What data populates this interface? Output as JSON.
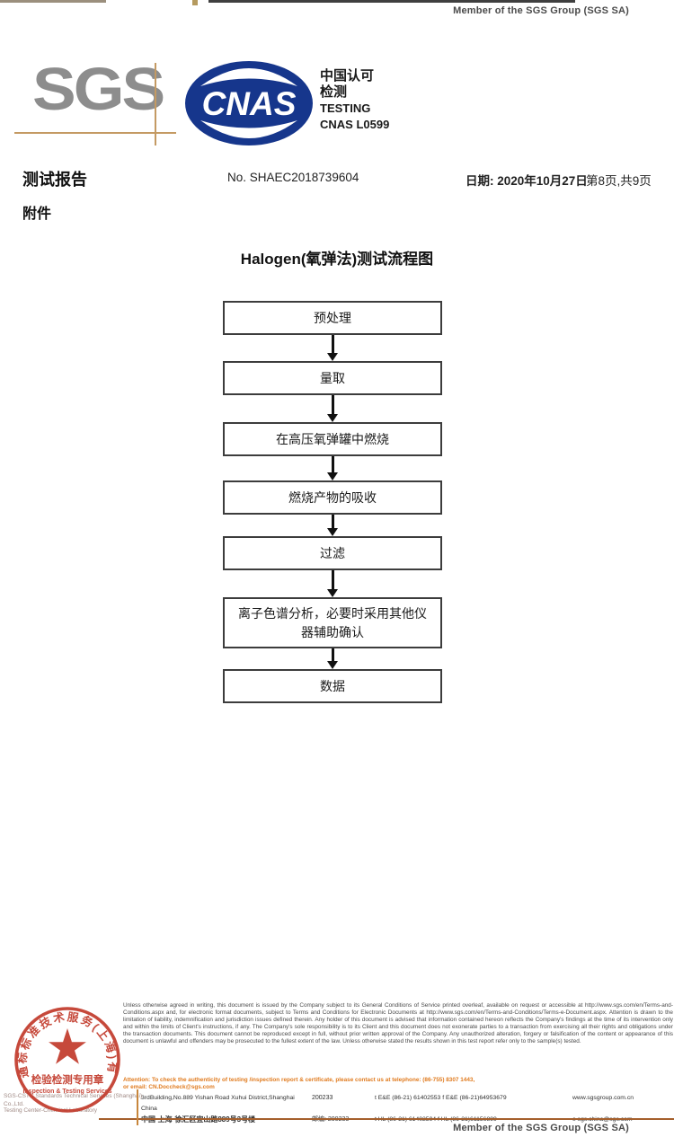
{
  "page": {
    "member_top": "Member of the SGS Group (SGS SA)",
    "member_bottom": "Member of the SGS Group (SGS SA)"
  },
  "logos": {
    "sgs": "SGS",
    "cnas": "CNAS",
    "cnas_caption": {
      "line1": "中国认可",
      "line2": "检测",
      "line3": "TESTING",
      "line4": "CNAS L0599"
    }
  },
  "header": {
    "title": "测试报告",
    "report_no": "No. SHAEC2018739604",
    "date": "日期: 2020年10月27日",
    "pages": "第8页,共9页",
    "attachment": "附件"
  },
  "flowchart": {
    "title": "Halogen(氧弹法)测试流程图",
    "steps": [
      "预处理",
      "量取",
      "在高压氧弹罐中燃烧",
      "燃烧产物的吸收",
      "过滤",
      "离子色谱分析，必要时采用其他仪器辅助确认",
      "数据"
    ]
  },
  "stamp": {
    "ring_text": "通标标准技术服务(上海)有限公司",
    "label_cn": "检验检测专用章",
    "label_en": "Inspection & Testing Services",
    "company_en": "SGS-CSTC Standards Technical Services (Shanghai) Co.,Ltd.",
    "department_en": "Testing Center-Chemical Laboratory",
    "stamp_color": "#c23a2b"
  },
  "footer": {
    "disclaimer": "Unless otherwise agreed in writing, this document is issued by the Company subject to its General Conditions of Service printed overleaf, available on request or accessible at http://www.sgs.com/en/Terms-and-Conditions.aspx and, for electronic format documents, subject to Terms and Conditions for Electronic Documents at http://www.sgs.com/en/Terms-and-Conditions/Terms-e-Document.aspx. Attention is drawn to the limitation of liability, indemnification and jurisdiction issues defined therein. Any holder of this document is advised that information contained hereon reflects the Company's findings at the time of its intervention only and within the limits of Client's instructions, if any. The Company's sole responsibility is to its Client and this document does not exonerate parties to a transaction from exercising all their rights and obligations under the transaction documents. This document cannot be reproduced except in full, without prior written approval of the Company. Any unauthorized alteration, forgery or falsification of the content or appearance of this document is unlawful and offenders may be prosecuted to the fullest extent of the law. Unless otherwise stated the results shown in this test report refer only to the sample(s) tested.",
    "attention_line1": "Attention: To check the authenticity of testing /inspection report & certificate, please contact us at telephone: (86-755) 8307 1443,",
    "attention_line2": "or email: CN.Doccheck@sgs.com",
    "address": {
      "en": "3rdBuilding,No.889 Yishan Road Xuhui District,Shanghai China",
      "en_zip": "200233",
      "en_tel": "t E&E (86-21) 61402553  f E&E (86-21)64953679",
      "web": "www.sgsgroup.com.cn",
      "cn": "中国·上海·徐汇区宜山路889号3号楼",
      "cn_zip": "邮编: 200233",
      "cn_tel": "t HL (86-21) 61402594  f HL (86-21)61156899",
      "email": "e sgs.china@sgs.com"
    }
  }
}
